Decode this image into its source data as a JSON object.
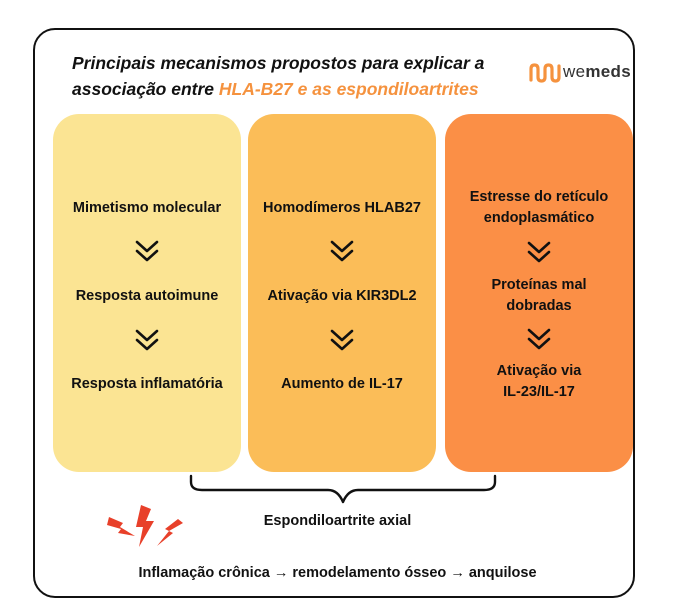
{
  "title": {
    "line1": "Principais mecanismos propostos para explicar a",
    "line2_prefix": "associação entre ",
    "line2_highlight": "HLA-B27 e as espondiloartrites"
  },
  "logo": {
    "text_pre": "we",
    "text_bold": "meds"
  },
  "columns": [
    {
      "color": "#fbe493",
      "items": [
        "Mimetismo molecular",
        "Resposta autoimune",
        "Resposta inflamatória"
      ]
    },
    {
      "color": "#fbbd58",
      "items": [
        "Homodímeros HLAB27",
        "Ativação via KIR3DL2",
        "Aumento de IL-17"
      ]
    },
    {
      "color": "#fb8f46",
      "items": [
        "Estresse do retículo",
        "endoplasmático",
        "Proteínas mal",
        "dobradas",
        "Ativação via",
        "IL-23/IL-17"
      ]
    }
  ],
  "center_label": "Espondiloartrite axial",
  "bottom_line": "Inflamação crônica → remodelamento ósseo → anquilose",
  "colors": {
    "accent": "#f5923e",
    "spark": "#e8402a",
    "border": "#111111"
  }
}
